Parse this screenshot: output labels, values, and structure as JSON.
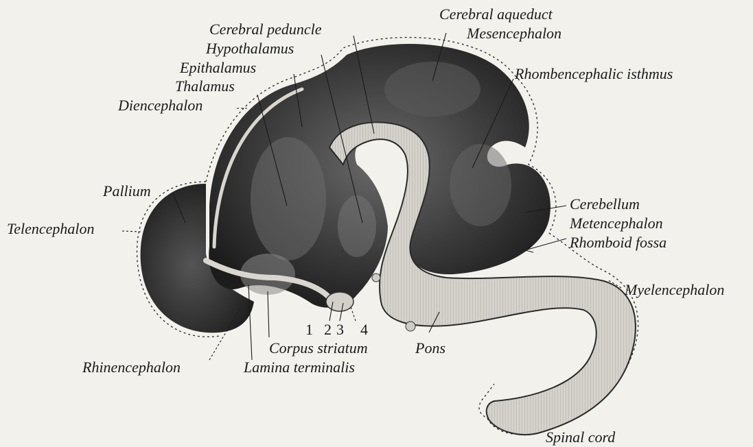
{
  "labels": {
    "cerebral_aqueduct": "Cerebral aqueduct",
    "mesencephalon": "Mesencephalon",
    "cerebral_peduncle": "Cerebral peduncle",
    "hypothalamus": "Hypothalamus",
    "epithalamus": "Epithalamus",
    "thalamus": "Thalamus",
    "diencephalon": "Diencephalon",
    "rhombencephalic_isthmus": "Rhombencephalic isthmus",
    "pallium": "Pallium",
    "telencephalon": "Telencephalon",
    "cerebellum": "Cerebellum",
    "metencephalon": "Metencephalon",
    "rhomboid_fossa": "Rhomboid fossa",
    "myelencephalon": "Myelencephalon",
    "corpus_striatum": "Corpus striatum",
    "pons": "Pons",
    "rhinencephalon": "Rhinencephalon",
    "lamina_terminalis": "Lamina terminalis",
    "spinal_cord": "Spinal cord"
  },
  "numbers": [
    "1",
    "2",
    "3",
    "4"
  ],
  "colors": {
    "background": "#f3f1ec",
    "brain_dark": "#2b2b2b",
    "cut_surface": "#d2d0c9",
    "line": "#1a1a1a"
  }
}
